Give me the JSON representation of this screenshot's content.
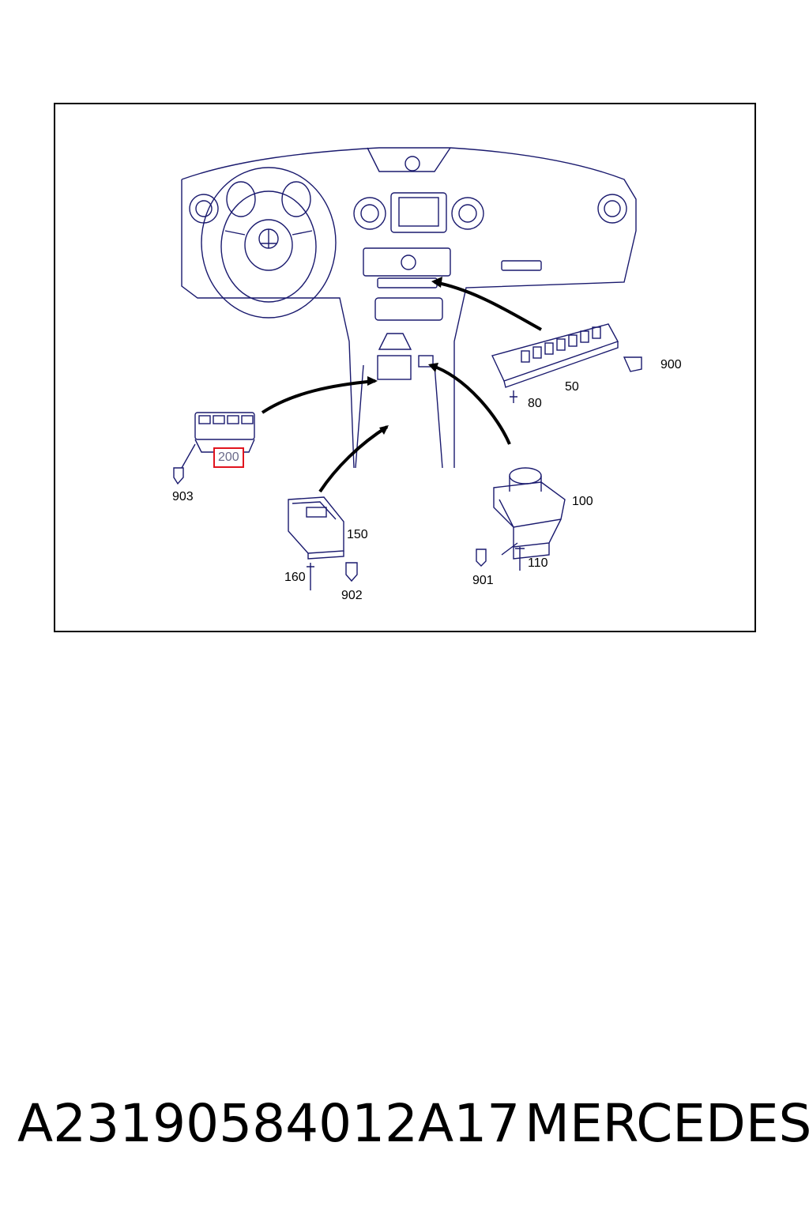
{
  "callouts": {
    "c50": "50",
    "c80": "80",
    "c100": "100",
    "c110": "110",
    "c150": "150",
    "c160": "160",
    "c200": "200",
    "c900": "900",
    "c901": "901",
    "c902": "902",
    "c903": "903"
  },
  "highlighted_callout": "200",
  "footer": {
    "part_number": "A23190584012A17",
    "brand": "MERCEDES"
  },
  "colors": {
    "line": "#1a1a6e",
    "highlight": "#e1141e",
    "arrow": "#000000"
  }
}
